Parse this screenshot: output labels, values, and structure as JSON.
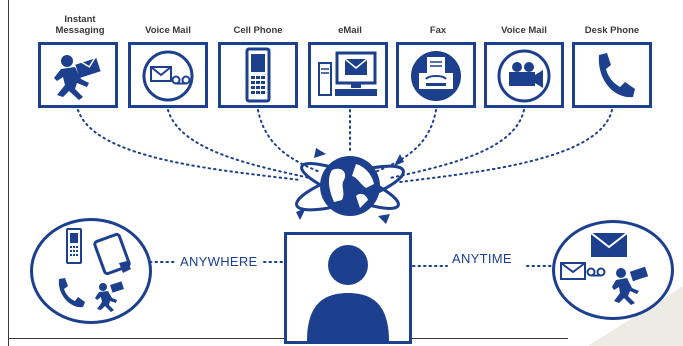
{
  "top_labels": {
    "im": "Instant\nMessaging",
    "vm1": "Voice Mail",
    "cell": "Cell Phone",
    "email": "eMail",
    "fax": "Fax",
    "vm2": "Voice Mail",
    "desk": "Desk Phone"
  },
  "middle": {
    "anywhere": "ANYWHERE",
    "anytime": "ANYTIME"
  },
  "colors": {
    "brand_blue": "#1c3f8e",
    "label_gray": "#3a3a3a"
  },
  "icons": [
    "running-man-envelope-icon",
    "voicemail-envelope-icon",
    "cell-phone-icon",
    "email-computer-icon",
    "fax-machine-icon",
    "video-camera-icon",
    "desk-phone-icon",
    "globe-icon",
    "person-icon",
    "tablet-icon",
    "envelope-icon"
  ]
}
